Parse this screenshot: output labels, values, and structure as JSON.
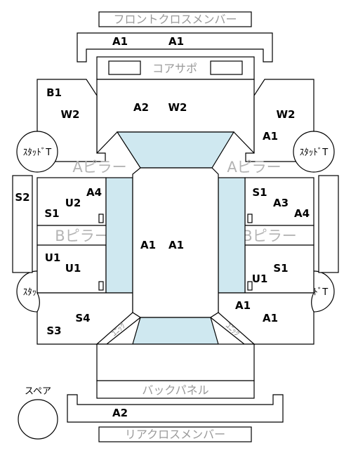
{
  "parts": {
    "front_cross_member": "フロントクロスメンバー",
    "core_support": "コアサポ",
    "a_pillar": "Aピラー",
    "b_pillar": "Bピラー",
    "back_panel": "バックパネル",
    "rear_cross_member": "リアクロスメンバー",
    "strut": "ｽﾀｯﾄﾞT",
    "spare": "スペア",
    "unique": "ﾕﾆｯｸ"
  },
  "codes": {
    "front_member_left": "A1",
    "front_member_right": "A1",
    "front_left_upper": "B1",
    "front_left_lower": "W2",
    "hood_left": "A2",
    "hood_right": "W2",
    "front_right_upper": "W2",
    "front_right_lower": "A1",
    "side_left": "S2",
    "front_door_left_a4": "A4",
    "front_door_left_u2": "U2",
    "front_door_left_s1": "S1",
    "front_door_right_s1": "S1",
    "front_door_right_a3": "A3",
    "front_door_right_a4": "A4",
    "roof_left": "A1",
    "roof_right": "A1",
    "rear_door_left_u1a": "U1",
    "rear_door_left_u1b": "U1",
    "rear_door_right_s1": "S1",
    "rear_door_right_u1": "U1",
    "rear_left_s4": "S4",
    "rear_left_s3": "S3",
    "rear_right_a1a": "A1",
    "rear_right_a1b": "A1",
    "rear_member": "A2"
  }
}
